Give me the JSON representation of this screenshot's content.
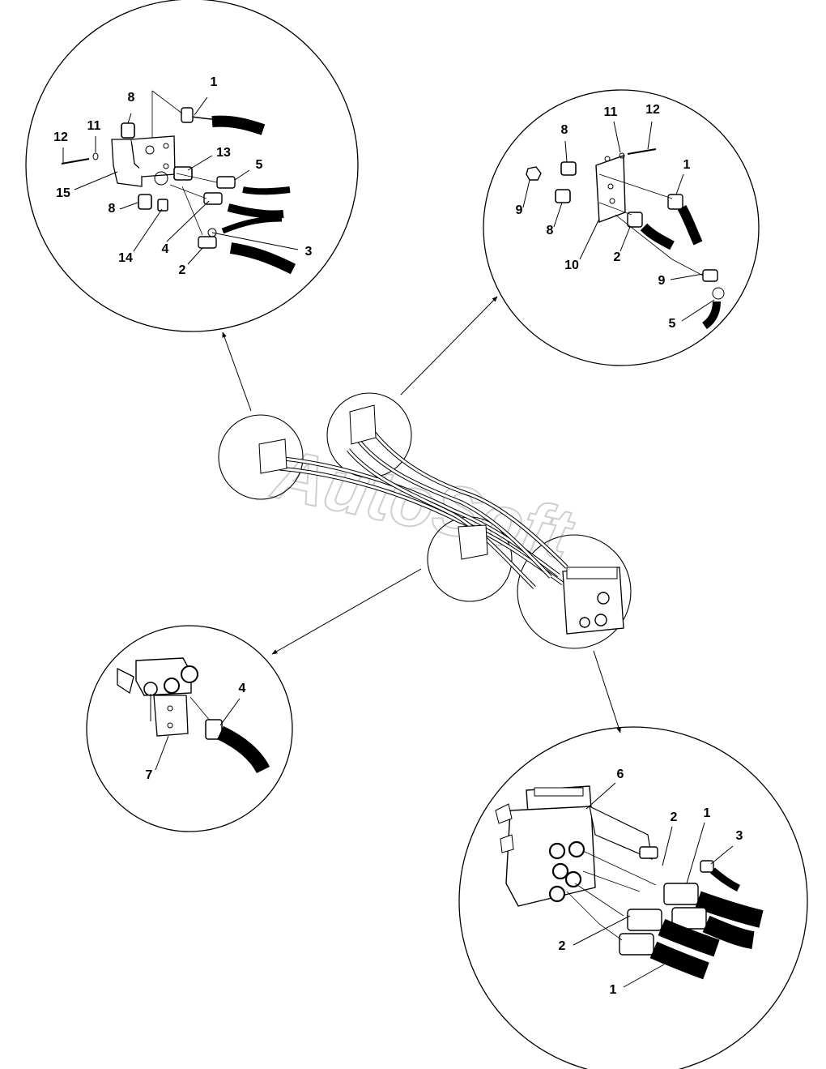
{
  "watermark": "AutoSoft",
  "callouts": {
    "top_left": [
      "1",
      "8",
      "11",
      "12",
      "13",
      "5",
      "15",
      "8",
      "14",
      "4",
      "3",
      "2"
    ],
    "top_right": [
      "11",
      "12",
      "8",
      "1",
      "9",
      "8",
      "10",
      "2",
      "9",
      "5"
    ],
    "middle_left": [
      "4",
      "7"
    ],
    "bottom_right": [
      "6",
      "2",
      "1",
      "3",
      "2",
      "1"
    ]
  }
}
